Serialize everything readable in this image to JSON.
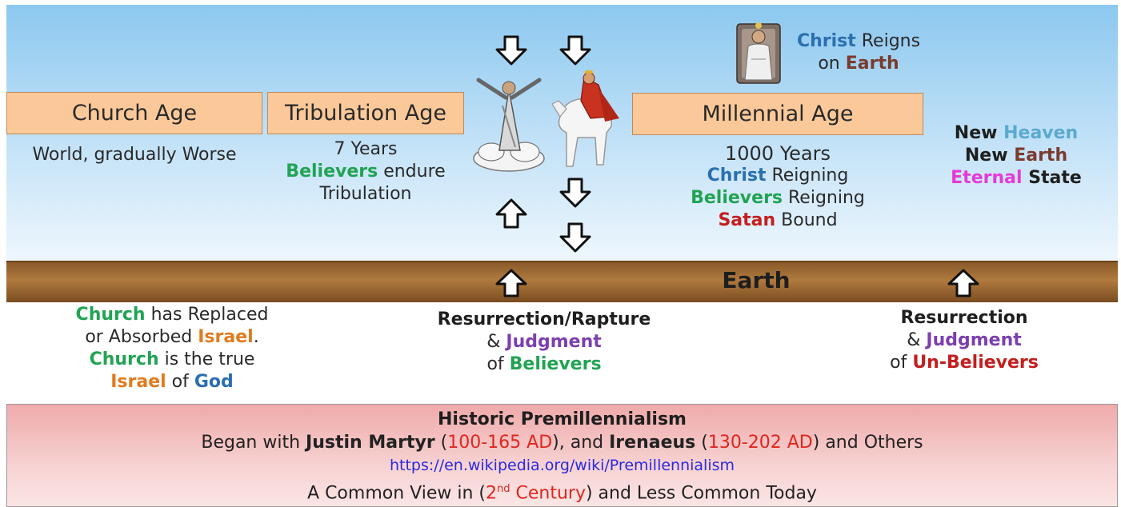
{
  "sky": {
    "church_age": {
      "label": "Church Age",
      "desc": "World, gradually Worse"
    },
    "tribulation_age": {
      "label": "Tribulation Age",
      "line1": "7 Years",
      "line2_highlight": "Believers",
      "line2_rest": " endure",
      "line3": "Tribulation"
    },
    "reign_caption": {
      "highlight": "Christ",
      "rest": " Reigns",
      "line2_pre": "on ",
      "line2_highlight": "Earth"
    },
    "millennial_age": {
      "label": "Millennial Age",
      "line1": "1000 Years",
      "line2_highlight": "Christ",
      "line2_rest": " Reigning",
      "line3_highlight": "Believers",
      "line3_rest": " Reigning",
      "line4_highlight": "Satan",
      "line4_rest": " Bound"
    },
    "eternal": {
      "line1_pre": "New ",
      "line1_highlight": "Heaven",
      "line2_pre": "New ",
      "line2_highlight": "Earth",
      "line3_highlight": "Eternal",
      "line3_rest": " State"
    }
  },
  "earth": {
    "label": "Earth"
  },
  "below": {
    "israel_note": {
      "l1_highlight": "Church",
      "l1_rest": " has Replaced",
      "l2_pre": "or Absorbed ",
      "l2_highlight": "Israel",
      "l2_post": ".",
      "l3_highlight": "Church",
      "l3_rest": " is the true",
      "l4_highlight": "Israel",
      "l4_mid": " of ",
      "l4_highlight2": "God"
    },
    "rapture": {
      "title": "Resurrection/Rapture",
      "l2_pre": "& ",
      "l2_highlight": "Judgment",
      "l3_pre": "of ",
      "l3_highlight": "Believers"
    },
    "final_judgment": {
      "title": "Resurrection",
      "l2_pre": "& ",
      "l2_highlight": "Judgment",
      "l3_pre": "of ",
      "l3_highlight": "Un-Believers"
    }
  },
  "banner": {
    "title": "Historic Premillennialism",
    "l2_pre": "Began with ",
    "l2_name1": "Justin Martyr",
    "l2_open1": " (",
    "l2_date1": "100-165 AD",
    "l2_mid": "), and ",
    "l2_name2": "Irenaeus",
    "l2_open2": " (",
    "l2_date2": "130-202 AD",
    "l2_post": ") and Others",
    "link": "https://en.wikipedia.org/wiki/Premillennialism",
    "l4_pre": "A Common View in (",
    "l4_num": "2",
    "l4_sup": "nd",
    "l4_century": " Century",
    "l4_post": ") and Less Common Today"
  },
  "icons": [
    "arrow-down-icon",
    "arrow-up-icon",
    "christ-ascending-figure",
    "rider-white-horse-figure",
    "christ-enthroned-figure"
  ],
  "colors": {
    "age_box": "#fbc999",
    "earth": "#8a5a2a",
    "banner": "#f0aaaa",
    "green": "#21a353",
    "blue": "#2b6fb0",
    "orange": "#e07b1f",
    "red": "#c41e1e",
    "purple": "#7c3fb0"
  }
}
